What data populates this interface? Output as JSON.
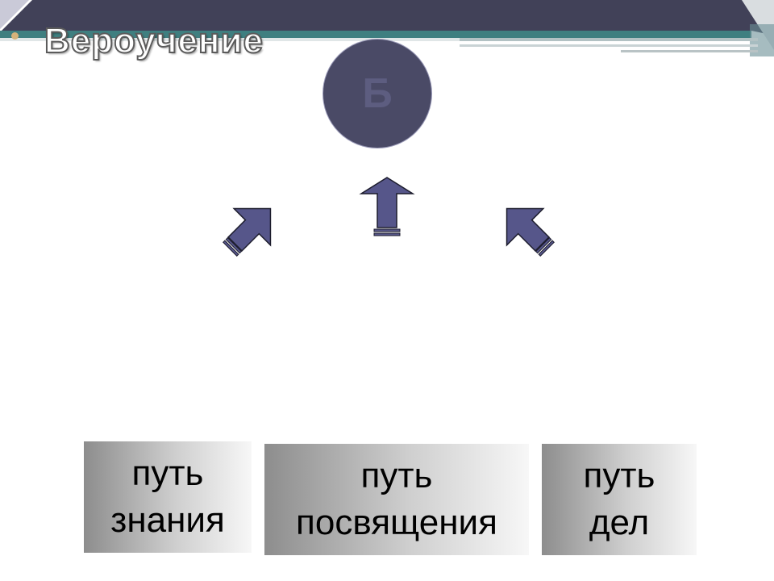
{
  "slide": {
    "title": "Вероучение"
  },
  "center": {
    "letter": "Б",
    "fill": "#4a4a66"
  },
  "colors": {
    "top_band": "#414158",
    "teal_strip": "#3f7f80",
    "arrow_fill": "#56568a",
    "arrow_stroke": "#1c1c2c"
  },
  "icons": {
    "left_arrow": "arrow-up-right-icon",
    "center_arrow": "arrow-up-icon",
    "right_arrow": "arrow-up-left-icon"
  },
  "paths": [
    {
      "line1": "путь",
      "line2": "знания"
    },
    {
      "line1": "путь",
      "line2": "посвящения"
    },
    {
      "line1": "путь",
      "line2": "дел"
    }
  ]
}
